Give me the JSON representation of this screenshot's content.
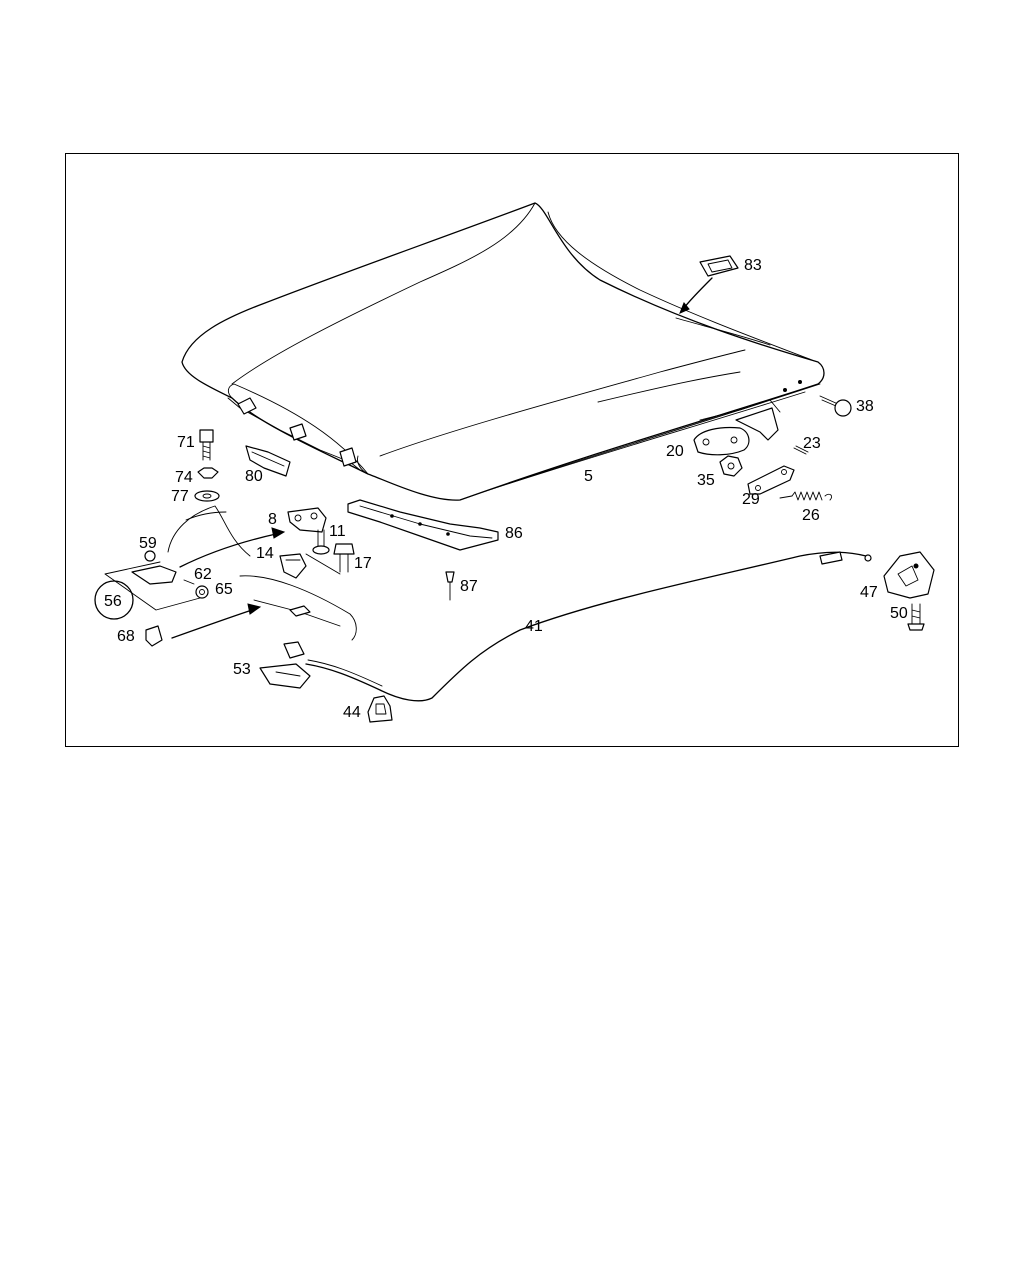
{
  "callouts": {
    "c5": "5",
    "c8": "8",
    "c11": "11",
    "c14": "14",
    "c17": "17",
    "c20": "20",
    "c23": "23",
    "c26": "26",
    "c29": "29",
    "c35": "35",
    "c38": "38",
    "c41": "41",
    "c44": "44",
    "c47": "47",
    "c50": "50",
    "c53": "53",
    "c56": "56",
    "c59": "59",
    "c62": "62",
    "c65": "65",
    "c68": "68",
    "c71": "71",
    "c74": "74",
    "c77": "77",
    "c80": "80",
    "c83": "83",
    "c86": "86",
    "c87": "87"
  }
}
